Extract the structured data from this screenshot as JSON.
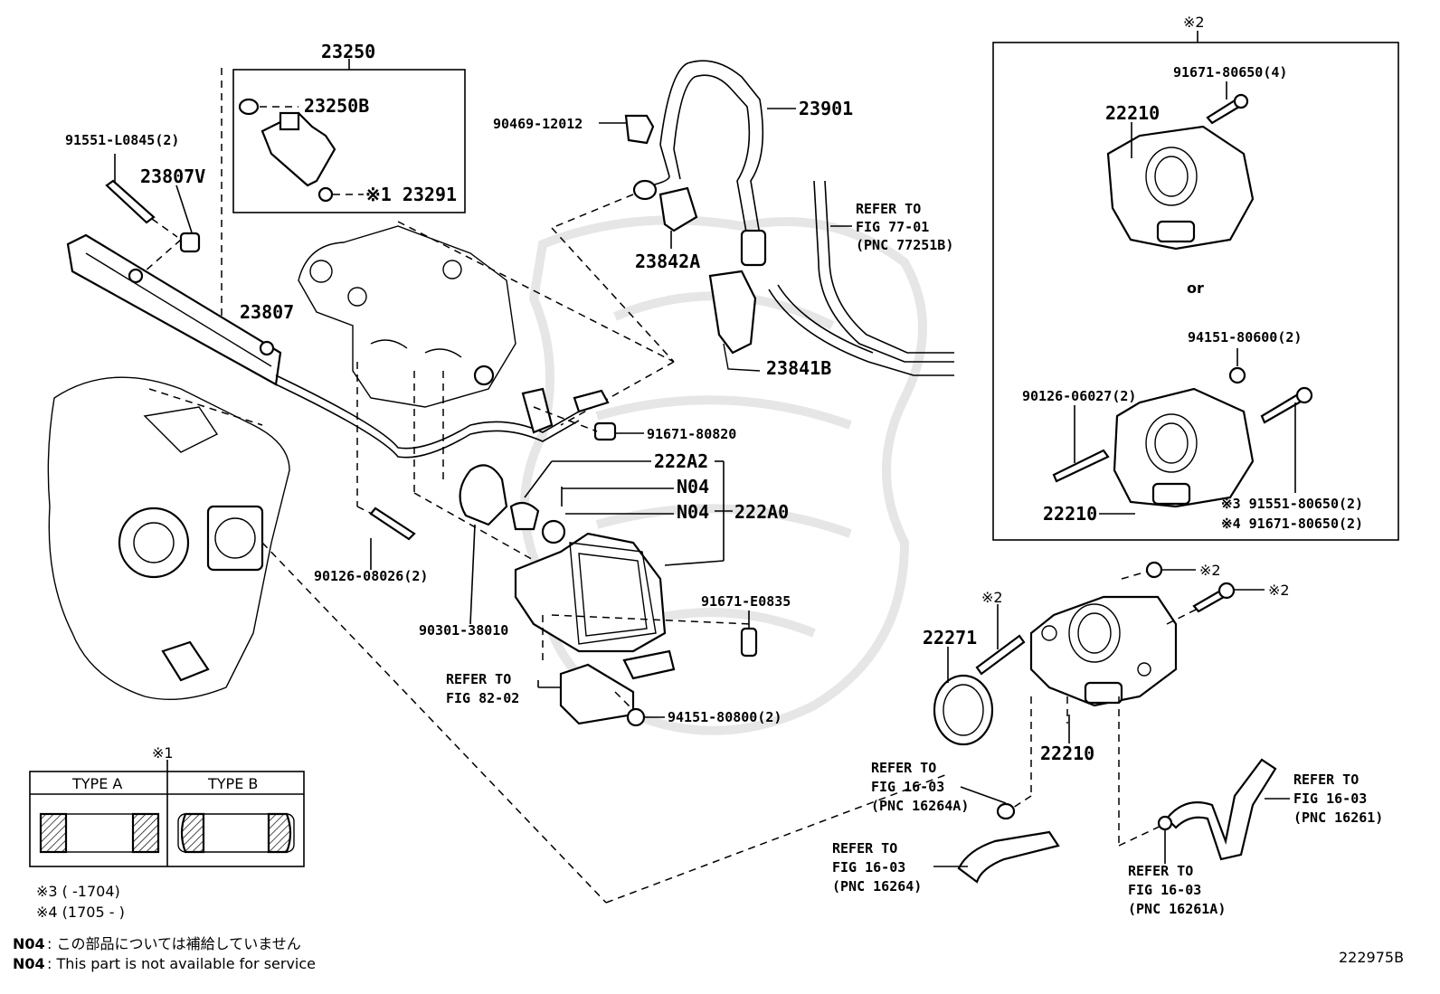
{
  "labels": {
    "p23250": "23250",
    "p23250B": "23250B",
    "p23291": "※1 23291",
    "p91551_L0845": "91551-L0845(2)",
    "p23807V": "23807V",
    "p23807": "23807",
    "p90469": "90469-12012",
    "p23901": "23901",
    "p23842A": "23842A",
    "p23841B": "23841B",
    "refer77_1": "REFER TO",
    "refer77_2": "FIG 77-01",
    "refer77_3": "(PNC 77251B)",
    "p91671_80820": "91671-80820",
    "p222A2": "222A2",
    "pN04a": "N04",
    "pN04b": "N04",
    "p222A0": "222A0",
    "p90126_08026": "90126-08026(2)",
    "p90301": "90301-38010",
    "p91671_E0835": "91671-E0835",
    "refer82_1": "REFER TO",
    "refer82_2": "FIG 82-02",
    "p94151_80800": "94151-80800(2)",
    "p22271": "22271",
    "p22210_main": "22210",
    "mark2_a": "※2",
    "mark2_b": "※2",
    "mark2_c": "※2",
    "box_mark2": "※2",
    "p91671_80650_4": "91671-80650(4)",
    "p22210_box1": "22210",
    "or": "or",
    "p94151_80600": "94151-80600(2)",
    "p90126_06027": "90126-06027(2)",
    "p22210_box2": "22210",
    "p91551_80650": "※3 91551-80650(2)",
    "p91671_80650_2": "※4 91671-80650(2)",
    "ref1626_a1": "REFER TO",
    "ref1626_a2": "FIG 16-03",
    "ref1626_a3": "(PNC 16264A)",
    "ref1626_b1": "REFER TO",
    "ref1626_b2": "FIG 16-03",
    "ref1626_b3": "(PNC 16264)",
    "ref1626_c1": "REFER TO",
    "ref1626_c2": "FIG 16-03",
    "ref1626_c3": "(PNC 16261)",
    "ref1626_d1": "REFER TO",
    "ref1626_d2": "FIG 16-03",
    "ref1626_d3": "(PNC 16261A)",
    "type_mark": "※1",
    "type_a": "TYPE A",
    "type_b": "TYPE B",
    "note3": "※3 (        -1704)",
    "note4": "※4 (1705 -        )",
    "n04_jp_code": "N04",
    "n04_jp": ": この部品については補給していません",
    "n04_en_code": "N04",
    "n04_en": ": This part is not available for service",
    "diagram_id": "222975B"
  }
}
